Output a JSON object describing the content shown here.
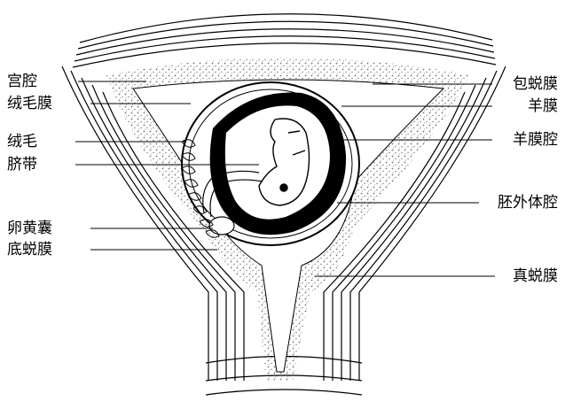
{
  "diagram": {
    "labels_left": [
      {
        "key": "uterine_cavity",
        "text": "宫腔"
      },
      {
        "key": "chorion",
        "text": "绒毛膜"
      },
      {
        "key": "villi",
        "text": "绒毛"
      },
      {
        "key": "umbilical_cord",
        "text": "脐带"
      },
      {
        "key": "yolk_sac",
        "text": "卵黄囊"
      },
      {
        "key": "decidua_basalis",
        "text": "底蜕膜"
      }
    ],
    "labels_right": [
      {
        "key": "decidua_capsularis",
        "text": "包蜕膜"
      },
      {
        "key": "amnion",
        "text": "羊膜"
      },
      {
        "key": "amniotic_cavity",
        "text": "羊膜腔"
      },
      {
        "key": "extraembryonic_coelom",
        "text": "胚外体腔"
      },
      {
        "key": "decidua_parietalis",
        "text": "真蜕膜"
      }
    ],
    "colors": {
      "ink": "#000000",
      "paper": "#ffffff"
    }
  }
}
